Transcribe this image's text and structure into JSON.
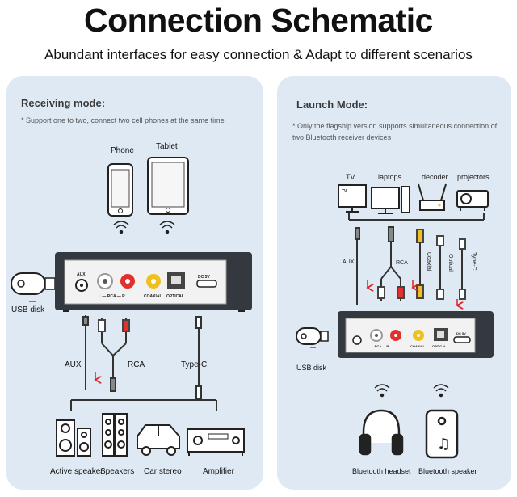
{
  "header": {
    "title": "Connection Schematic",
    "subtitle": "Abundant interfaces for easy connection & Adapt to different scenarios"
  },
  "receiving": {
    "heading": "Receiving mode:",
    "note": "* Support one to two, connect two cell phones at the same time",
    "phone": "Phone",
    "tablet": "Tablet",
    "usb": "USB disk",
    "ports": {
      "aux": "AUX",
      "rca": "L — RCA — R",
      "coaxial": "COAXIAL",
      "optical": "OPTICAL",
      "dc": "DC 5V"
    },
    "cables": {
      "aux": "AUX",
      "rca": "RCA",
      "typec": "Type-C"
    },
    "outputs": [
      "Active speaker",
      "Speakers",
      "Car stereo",
      "Amplifier"
    ]
  },
  "launch": {
    "heading": "Launch Mode:",
    "note": "* Only the flagship version supports simultaneous connection of two Bluetooth receiver devices",
    "sources": [
      "TV",
      "laptops",
      "decoder",
      "projectors"
    ],
    "cables": {
      "aux": "AUX",
      "rca": "RCA",
      "coaxial": "Coaxial",
      "optical": "Optical",
      "typec": "Type-C"
    },
    "usb": "USB disk",
    "ports": {
      "rca": "L — RCA — R",
      "coaxial": "COAXIAL",
      "optical": "OPTICAL",
      "dc": "DC 5V"
    },
    "tv_screen": "TV",
    "outputs": [
      "Bluetooth headset",
      "Bluetooth speaker"
    ]
  },
  "colors": {
    "panel": "#dfe9f4",
    "arrow": "#e02020",
    "rca_red": "#e03030",
    "rca_yellow": "#f0c020"
  }
}
